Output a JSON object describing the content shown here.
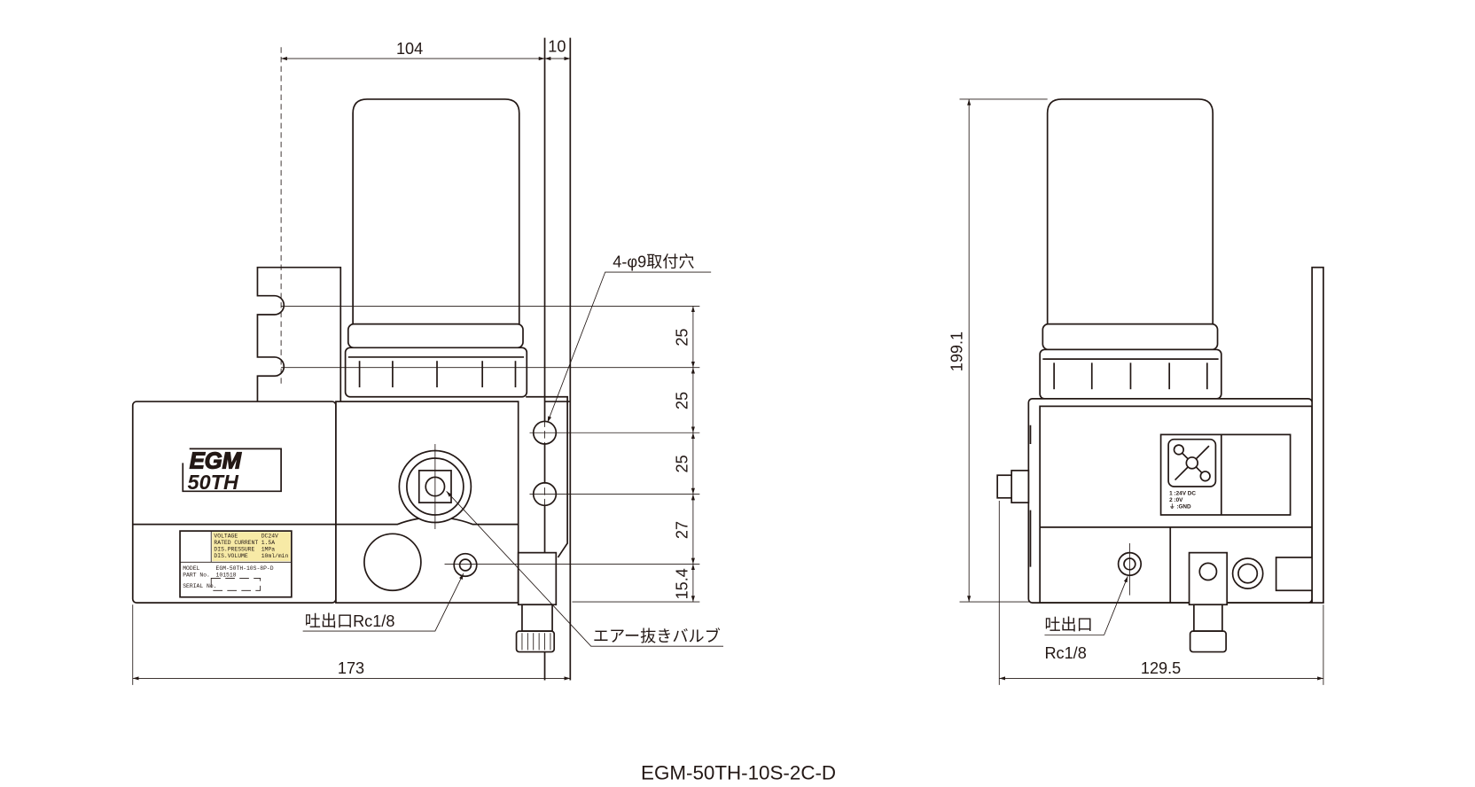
{
  "title": "EGM-50TH-10S-2C-D",
  "front_view": {
    "dims": {
      "width_top": "104",
      "plate_offset": "10",
      "total_width": "173",
      "pitch": [
        "25",
        "25",
        "25",
        "27",
        "15.4"
      ]
    },
    "labels": {
      "mount_holes": "4-φ9取付穴",
      "outlet": "吐出口Rc1/8",
      "air_valve": "エアー抜きバルブ"
    },
    "logo": {
      "line1": "EGM",
      "line2": "50TH"
    },
    "nameplate": {
      "rows": [
        [
          "VOLTAGE",
          "DC24V"
        ],
        [
          "RATED CURRENT",
          "1.5A"
        ],
        [
          "DIS.PRESSURE",
          "1MPa"
        ],
        [
          "DIS.VOLUME",
          "10ml/min"
        ]
      ],
      "model_label": "MODEL",
      "model": "EGM-50TH-10S-8P-D",
      "part_label": "PART No.",
      "part": "101518",
      "serial_label": "SERIAL No."
    }
  },
  "side_view": {
    "dims": {
      "height": "199.1",
      "width": "129.5"
    },
    "labels": {
      "outlet_line1": "吐出口",
      "outlet_line2": "Rc1/8"
    },
    "connector": {
      "pin1": "1  :24V DC",
      "pin2": "2  :0V",
      "pin3": "⏚ :GND"
    }
  }
}
